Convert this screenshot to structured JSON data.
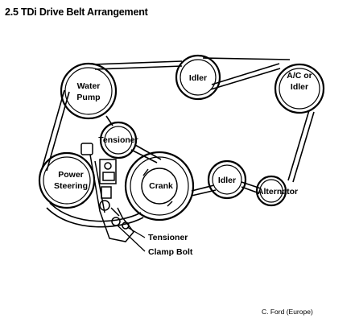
{
  "title": "2.5 TDi Drive Belt Arrangement",
  "pulleys": {
    "water_pump": [
      "Water",
      "Pump"
    ],
    "idler_top": "Idler",
    "ac_idler": [
      "A/C or",
      "Idler"
    ],
    "tensioner_pulley": "Tensioner",
    "power_steering": [
      "Power",
      "Steering"
    ],
    "crank": "Crank",
    "idler_right": "Idler",
    "alternator": "Alternator"
  },
  "callouts": {
    "tensioner": "Tensioner",
    "clamp_bolt": "Clamp Bolt"
  },
  "credit": "C. Ford (Europe)"
}
